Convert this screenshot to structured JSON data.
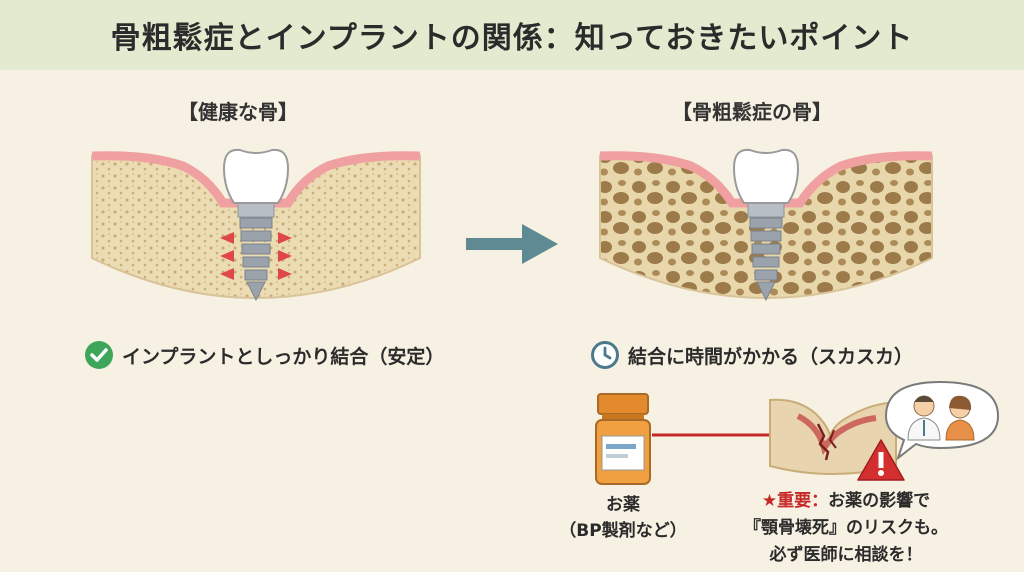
{
  "title": "骨粗鬆症とインプラントの関係：知っておきたいポイント",
  "healthy": {
    "label": "【健康な骨】",
    "caption": "インプラントとしっかり結合（安定）",
    "icon": "check-circle-icon"
  },
  "osteo": {
    "label": "【骨粗鬆症の骨】",
    "caption": "結合に時間がかかる（スカスカ）",
    "icon": "clock-icon"
  },
  "medicine": {
    "line1": "お薬",
    "line2": "（BP製剤など）"
  },
  "warning": {
    "star": "★重要：",
    "line1": "お薬の影響で",
    "line2": "『顎骨壊死』のリスクも。",
    "line3": "必ず医師に相談を！"
  },
  "colors": {
    "title_bg": "#e2ebcf",
    "background": "#f6f1e2",
    "arrow": "#5f8a94",
    "gum": "#f0a0a0",
    "bone": "#ead9b0",
    "check": "#3ea65a",
    "clock": "#4c7a8c",
    "important": "#c62828"
  }
}
